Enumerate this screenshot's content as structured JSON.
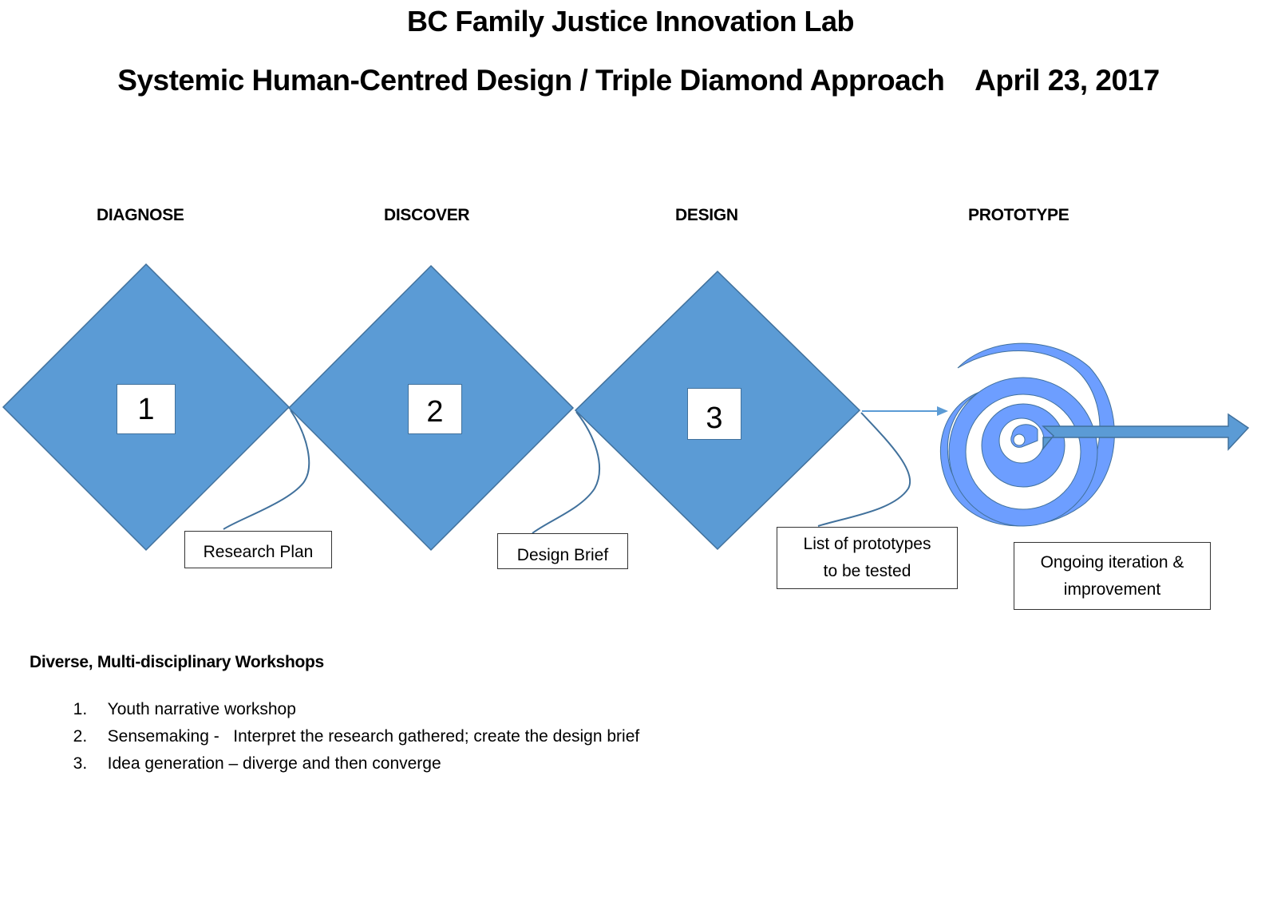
{
  "header": {
    "title": "BC Family Justice Innovation Lab",
    "subtitle": "Systemic Human-Centred Design / Triple Diamond Approach    April 23, 2017"
  },
  "phases": [
    {
      "label": "DIAGNOSE"
    },
    {
      "label": "DISCOVER"
    },
    {
      "label": "DESIGN"
    },
    {
      "label": "PROTOTYPE"
    }
  ],
  "diamonds": [
    {
      "number": "1",
      "output": "Research Plan"
    },
    {
      "number": "2",
      "output": "Design Brief"
    },
    {
      "number": "3",
      "output": "List of prototypes to be tested",
      "output_lines": [
        "List of prototypes",
        "to be tested"
      ]
    }
  ],
  "prototype": {
    "output_lines": [
      "Ongoing iteration &",
      "improvement"
    ]
  },
  "colors": {
    "diamond_fill": "#5b9bd5",
    "diamond_stroke": "#41719c",
    "spiral_fill": "#6d9eff",
    "arrow_fill": "#5b9bd5"
  },
  "workshops": {
    "title": "Diverse, Multi-disciplinary Workshops",
    "items": [
      {
        "num": "1.",
        "text": "Youth narrative workshop"
      },
      {
        "num": "2.",
        "text": "Sensemaking -   Interpret the research gathered; create the design brief"
      },
      {
        "num": "3.",
        "text": "Idea generation – diverge and then converge"
      }
    ]
  }
}
